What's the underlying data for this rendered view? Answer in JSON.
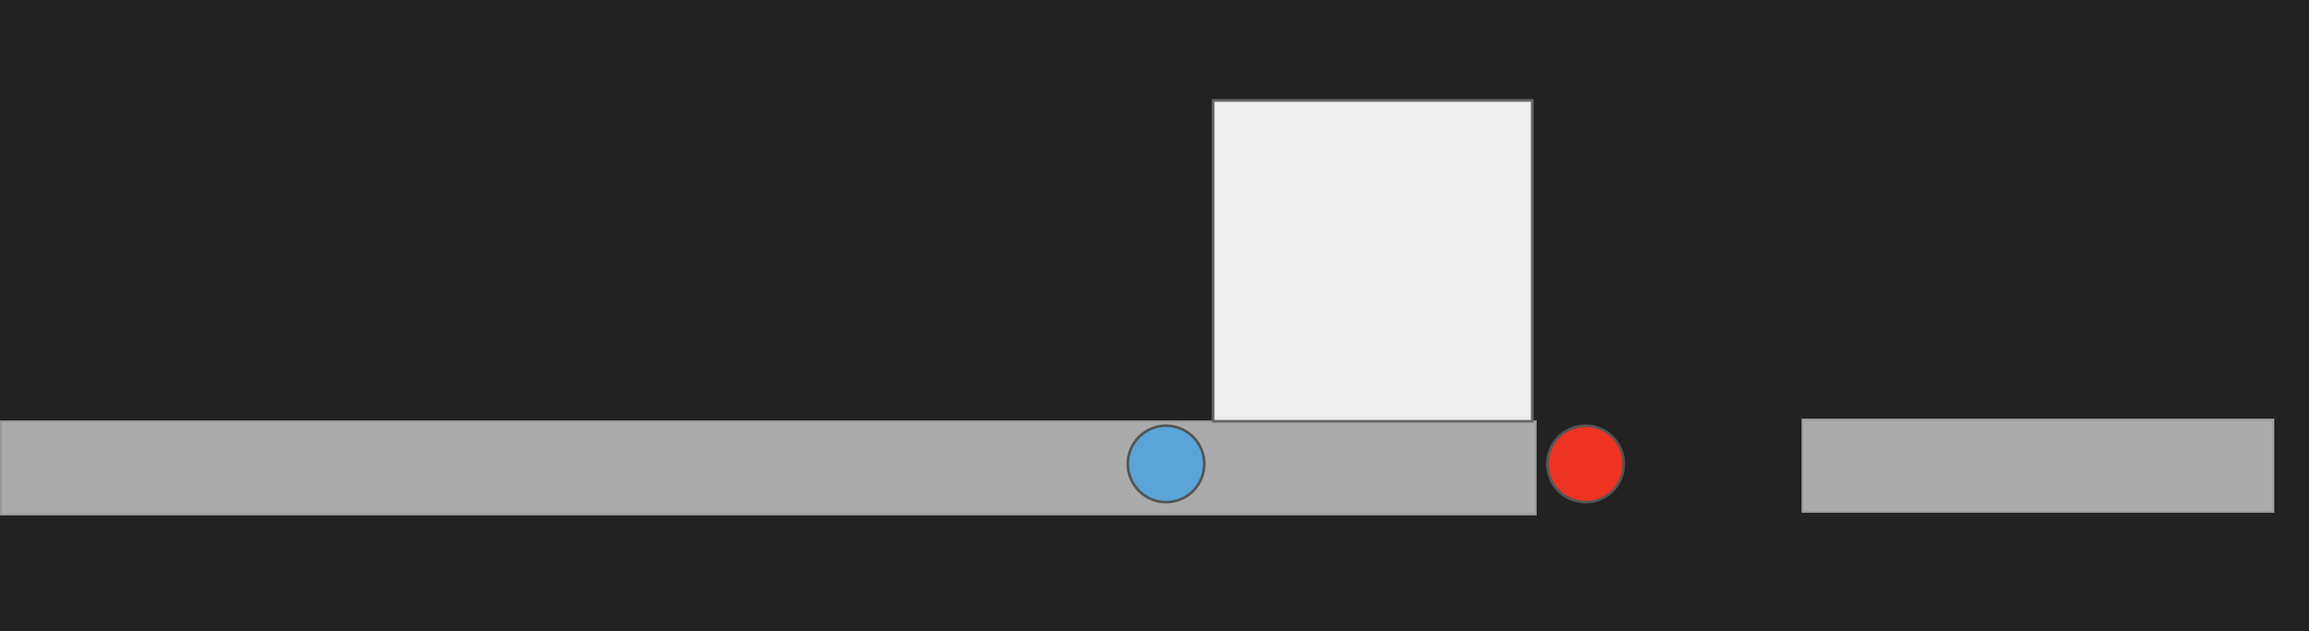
{
  "scene": {
    "background_color": "#222222",
    "objects": [
      {
        "kind": "platform",
        "name": "floor-platform-left",
        "fill": "#aaaaaa",
        "stroke": "#999999"
      },
      {
        "kind": "platform",
        "name": "floor-platform-right",
        "fill": "#aaaaaa",
        "stroke": "#999999"
      },
      {
        "kind": "box",
        "name": "white-box",
        "fill": "#eeeeee",
        "stroke": "#666666"
      },
      {
        "kind": "ball",
        "name": "blue-ball",
        "fill": "#5aa5d8",
        "stroke": "#555555"
      },
      {
        "kind": "ball",
        "name": "red-ball",
        "fill": "#ee3322",
        "stroke": "#555555"
      }
    ]
  }
}
